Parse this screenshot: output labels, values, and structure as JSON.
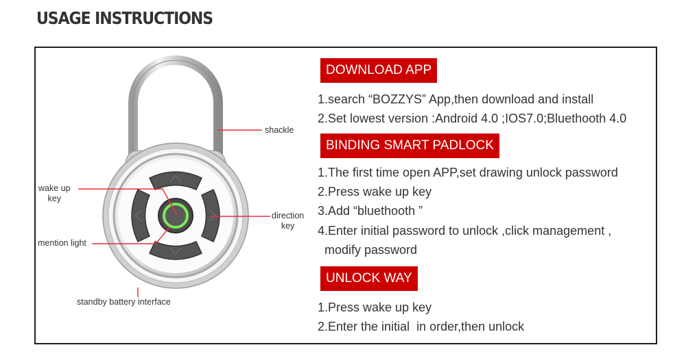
{
  "page": {
    "title": "USAGE INSTRUCTIONS"
  },
  "diagram": {
    "labels": {
      "shackle": "shackle",
      "wake_up_key_line1": "wake up",
      "wake_up_key_line2": "key",
      "direction_key_line1": "direction",
      "direction_key_line2": "key",
      "mention_light": "mention light",
      "standby_battery": "standby battery interface"
    },
    "colors": {
      "callout_line": "#e8303c",
      "indicator_ring": "#7ee85a",
      "key_fill": "#555555",
      "body_silver": "#c8c8c8"
    }
  },
  "sections": [
    {
      "heading": "DOWNLOAD APP",
      "steps": [
        "1.search “BOZZYS” App,then download and install",
        "2.Set lowest version :Android 4.0 ;IOS7.0;Bluethooth 4.0"
      ]
    },
    {
      "heading": "BINDING SMART PADLOCK",
      "steps": [
        "1.The first time open APP,set drawing unlock password",
        "2.Press wake up key",
        "3.Add “bluethooth ”",
        "4.Enter initial password to unlock ,click management ,",
        "  modify password"
      ]
    },
    {
      "heading": "UNLOCK WAY",
      "steps": [
        "1.Press wake up key",
        "2.Enter the initial  in order,then unlock"
      ]
    }
  ],
  "theme": {
    "banner_bg": "#cc0000",
    "banner_text": "#ffffff",
    "frame_border": "#1f1f1f",
    "body_text": "#333333"
  }
}
